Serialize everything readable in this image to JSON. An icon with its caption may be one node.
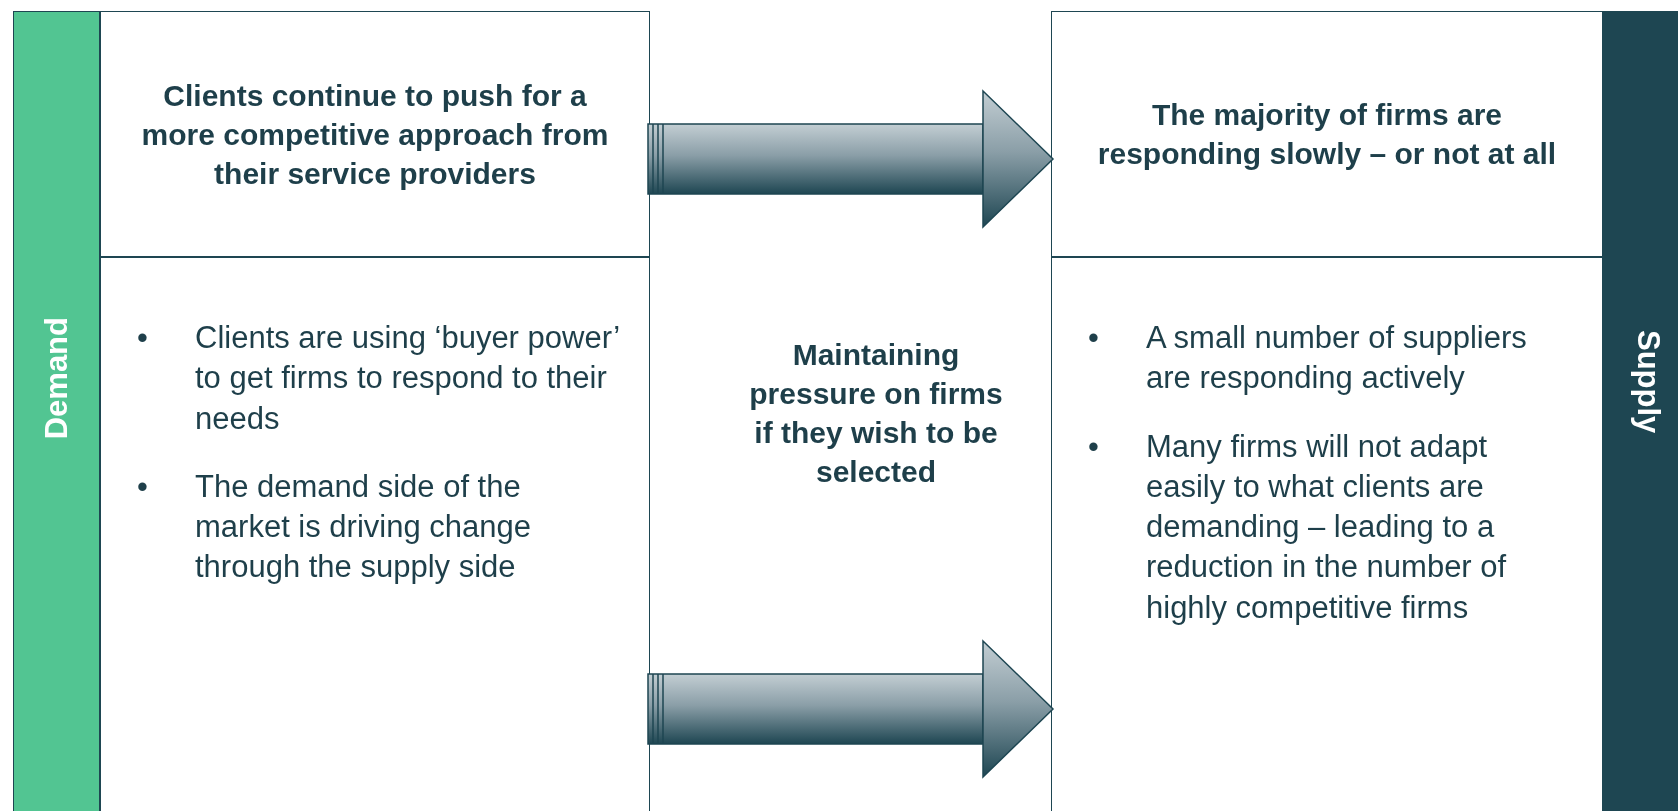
{
  "diagram": {
    "nodes": [
      {
        "text": [
          "Demand"
        ]
      },
      {
        "text": [
          "Clients continue to push for a more competitive approach from their service providers"
        ]
      },
      {
        "text": [
          "•\tClients are using ‘buyer power’ to get firms to respond to their needs",
          "•\tThe demand side of the market is driving change through the supply side"
        ]
      },
      {
        "text": [
          "The majority of firms are responding slowly – or not at all"
        ]
      },
      {
        "text": [
          "•\tA small number of suppliers are responding actively",
          "•\tMany firms will not adapt easily to what clients are demanding – leading to a reduction in the number of highly competitive firms"
        ]
      },
      {
        "text": [
          "Supply"
        ]
      }
    ],
    "edges": [
      {
        "from": 1,
        "to": 3,
        "arrow": "to"
      },
      {
        "from": 2,
        "to": 4,
        "arrow": "to"
      }
    ],
    "labels": [
      "Maintaining pressure on firms if they wish to be selected"
    ]
  }
}
